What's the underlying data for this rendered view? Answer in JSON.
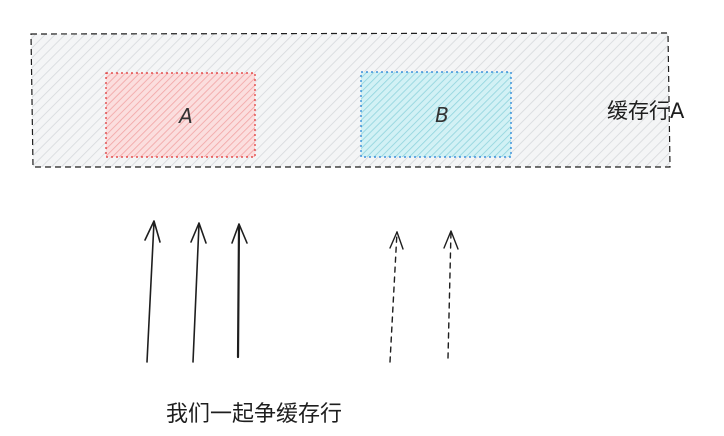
{
  "cache_line": {
    "label": "缓存行A",
    "fill": "#e9ecef",
    "stroke": "#1e1e1e"
  },
  "block_a": {
    "label": "A",
    "fill": "#ffc9c9",
    "hatch": "#f08c8c",
    "stroke": "#e03131"
  },
  "block_b": {
    "label": "B",
    "fill": "#99e9f2",
    "hatch": "#66c7d4",
    "stroke": "#1c7ed6"
  },
  "caption": "我们一起争缓存行",
  "arrows": {
    "solid_count": 3,
    "dashed_count": 2,
    "color": "#1e1e1e"
  }
}
